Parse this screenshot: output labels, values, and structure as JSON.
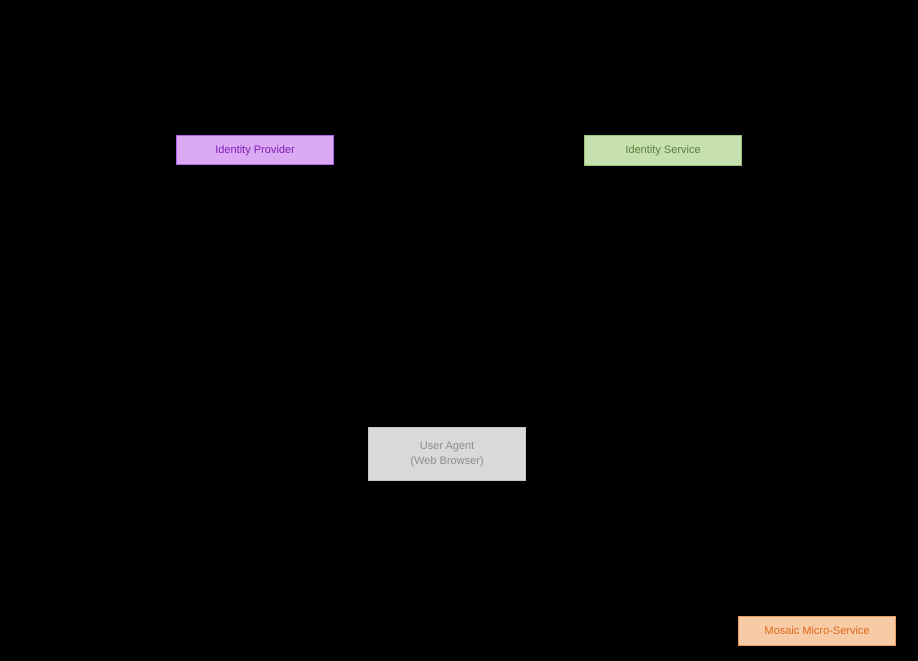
{
  "diagram": {
    "type": "sequence-diagram",
    "background": "#000000",
    "participants": [
      {
        "id": "identity-provider",
        "label": "Identity Provider",
        "fill": "#dca9f4",
        "border": "#af62ea",
        "text_color": "#7d20b3"
      },
      {
        "id": "identity-service",
        "label": "Identity Service",
        "fill": "#c6e0ae",
        "border": "#9cc177",
        "text_color": "#5a8140"
      },
      {
        "id": "user-agent",
        "label": "User Agent",
        "label_line2": "(Web Browser)",
        "fill": "#d9d9d9",
        "border": "#c7c7c7",
        "text_color": "#8f8f8f"
      },
      {
        "id": "mosaic-micro-service",
        "label": "Mosaic Micro-Service",
        "fill": "#f6cba6",
        "border": "#eb9b60",
        "text_color": "#e0681c"
      }
    ]
  }
}
